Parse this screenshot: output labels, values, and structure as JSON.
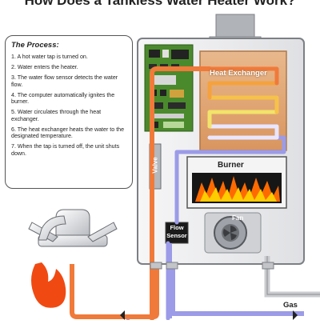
{
  "header": {
    "title": "How Does a Tankless Water Heater Work?"
  },
  "process": {
    "title": "The Process:",
    "steps": [
      "1. A hot water tap is turned on.",
      "2. Water enters the heater.",
      "3. The water flow sensor detects the water flow.",
      "4. The computer automatically ignites the burner.",
      "5. Water circulates through the heat exchanger.",
      "6. The heat exchanger heats the water to the designated temperature.",
      "7. When the tap is turned off, the unit shuts down."
    ]
  },
  "labels": {
    "heat_exchanger": "Heat Exchanger",
    "burner": "Burner",
    "valve": "Valve",
    "fan": "Fan",
    "flow_sensor_line1": "Flow",
    "flow_sensor_line2": "Sensor",
    "gas": "Gas"
  },
  "colors": {
    "hot_pipe": "#f07a3a",
    "cold_pipe": "#9b9be8",
    "flame": "#ff6a00",
    "casing": "#e9eaec",
    "casing_border": "#7c7f84",
    "pcb": "#4a8a2c"
  }
}
